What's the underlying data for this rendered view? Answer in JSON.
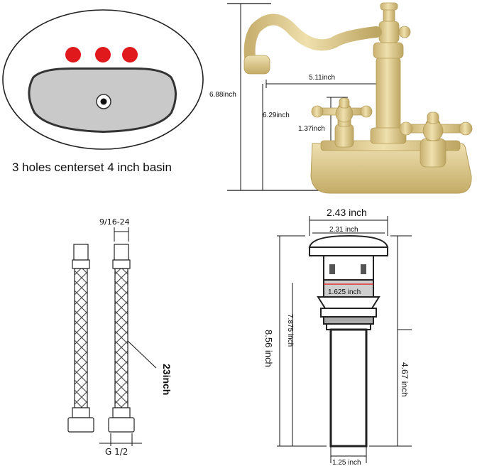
{
  "basin": {
    "caption": "3 holes centerset 4 inch basin",
    "hole_color": "#e0191c",
    "bowl_color": "#c9c9c9"
  },
  "faucet": {
    "finish_color": "#d8c58c",
    "dims": {
      "overall_height": "6.88inch",
      "spout_reach": "5.11inch",
      "spout_height": "6.29inch",
      "handle_height": "1.37inch"
    }
  },
  "hoses": {
    "thread_top": "9/16-24",
    "length": "23inch",
    "thread_bottom": "G 1/2"
  },
  "drain": {
    "dims": {
      "cap_outer": "2.43 inch",
      "cap_inner": "2.31 inch",
      "body_width": "1.625 inch",
      "overall_height": "8.56 inch",
      "body_height": "7.875 inch",
      "tail_height": "4.67 inch",
      "tail_width": "1.25 inch"
    }
  }
}
